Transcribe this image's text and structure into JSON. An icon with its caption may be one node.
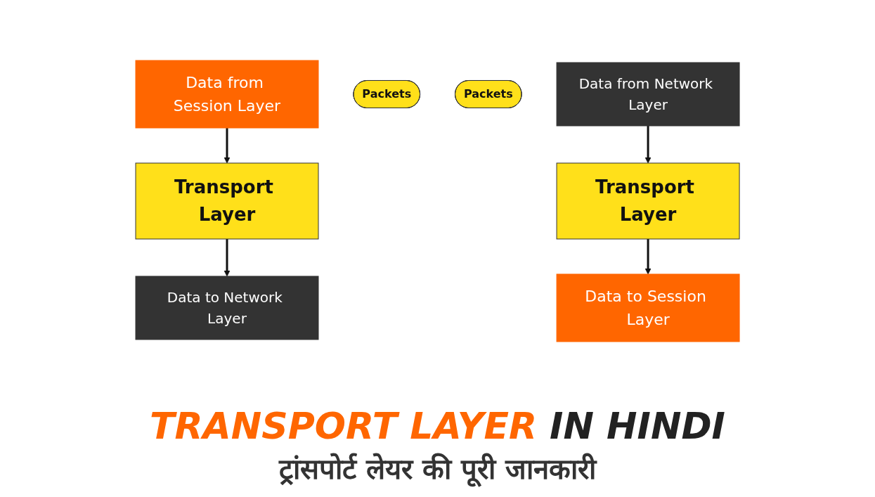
{
  "diagram": {
    "title": "TRANSPORT LAYER IN HINDI",
    "caption": "ट्रांसपोर्ट लेयर की पूरी जानकारी",
    "nodes": [
      {
        "text": [
          "Data from Session Layer"
        ]
      },
      {
        "text": [
          "Data to Session Layer"
        ]
      },
      {
        "text": [
          "Packets"
        ]
      },
      {
        "text": [
          "Transport Layer"
        ]
      },
      {
        "text": [
          "Transport Layer"
        ]
      },
      {
        "text": [
          "Packets"
        ]
      },
      {
        "text": [
          "Data to Network Layer"
        ]
      },
      {
        "text": [
          "Data from Network Layer"
        ]
      }
    ],
    "edges": [
      {
        "from": 0,
        "to": 3,
        "arrow": "to"
      },
      {
        "from": 3,
        "to": 6,
        "arrow": "to"
      },
      {
        "from": 7,
        "to": 4,
        "arrow": "to"
      },
      {
        "from": 4,
        "to": 1,
        "arrow": "to"
      }
    ]
  }
}
